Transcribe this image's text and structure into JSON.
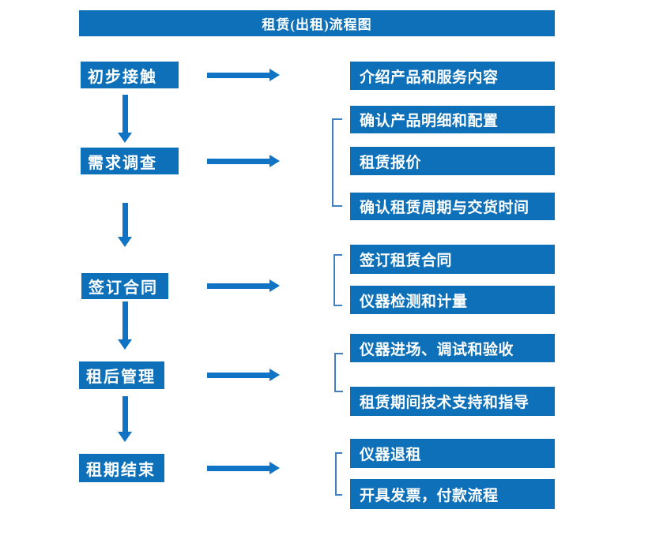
{
  "title": "租赁(出租)流程图",
  "colors": {
    "box_blue": "#0d70b8",
    "arrow_blue": "#1173c4",
    "bracket_blue": "#4080c0",
    "text_white": "#ffffff"
  },
  "stages": [
    {
      "step": "初步接触",
      "details": [
        "介绍产品和服务内容"
      ]
    },
    {
      "step": "需求调查",
      "details": [
        "确认产品明细和配置",
        "租赁报价",
        "确认租赁周期与交货时间"
      ]
    },
    {
      "step": "签订合同",
      "details": [
        "签订租赁合同",
        "仪器检测和计量"
      ]
    },
    {
      "step": "租后管理",
      "details": [
        "仪器进场、调试和验收",
        "租赁期间技术支持和指导"
      ]
    },
    {
      "step": "租期结束",
      "details": [
        "仪器退租",
        "开具发票，付款流程"
      ]
    }
  ]
}
